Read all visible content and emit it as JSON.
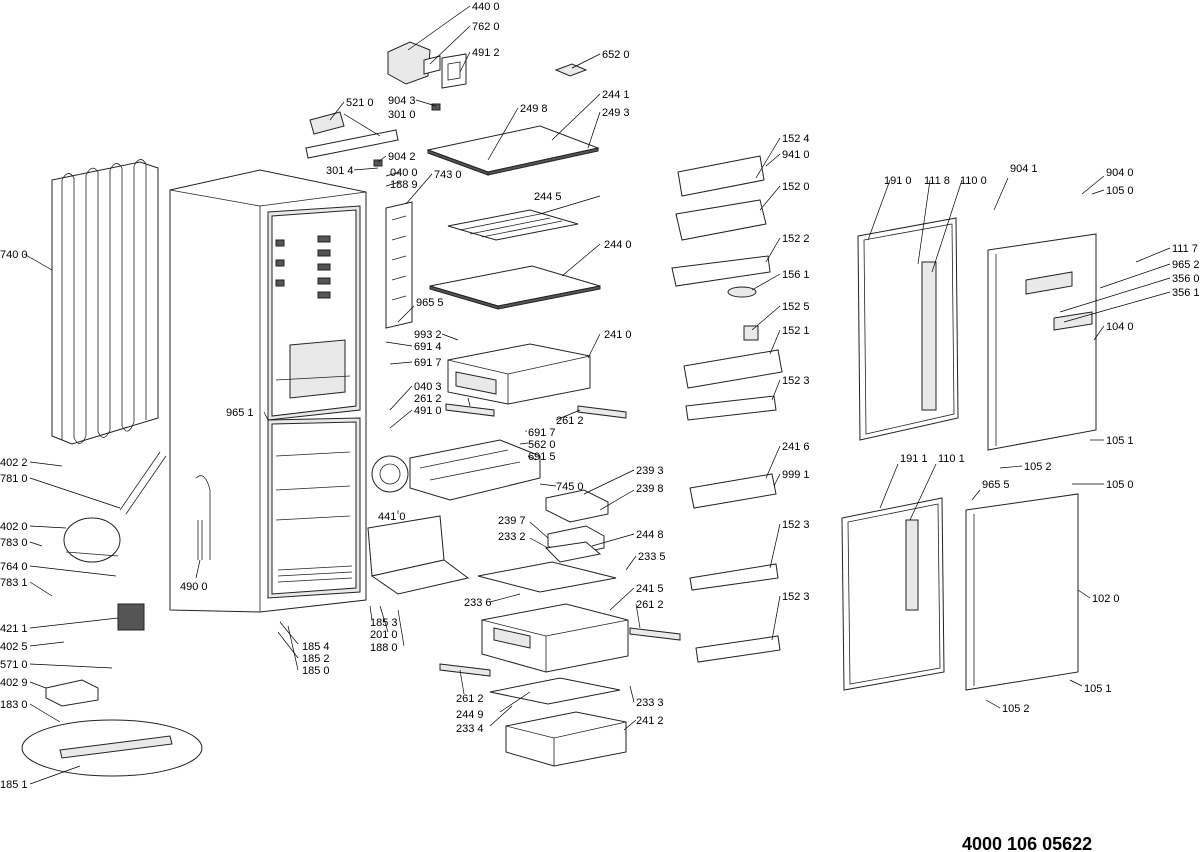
{
  "document_number": "4000 106 05622",
  "callouts": {
    "c4400": "440 0",
    "c7620": "762 0",
    "c4912": "491 2",
    "c6520": "652 0",
    "c5210": "521 0",
    "c9043": "904 3",
    "c3010": "301 0",
    "c2498": "249 8",
    "c2441": "244 1",
    "c2493": "249 3",
    "c9042": "904 2",
    "c3014": "301 4",
    "c0400": "040 0",
    "c1889": "188 9",
    "c7430": "743 0",
    "c2445": "244 5",
    "c2440": "244 0",
    "c9655a": "965 5",
    "c9932": "993 2",
    "c6914": "691 4",
    "c2410": "241 0",
    "c6917a": "691 7",
    "c0403": "040 3",
    "c2612a": "261 2",
    "c4910": "491 0",
    "c9651": "965 1",
    "c2612b": "261 2",
    "c6917b": "691 7",
    "c5620": "562 0",
    "c6915": "691 5",
    "c2393": "239 3",
    "c7450": "745 0",
    "c2398": "239 8",
    "c4410": "441 0",
    "c2397": "239 7",
    "c2332": "233 2",
    "c2448": "244 8",
    "c2335": "233 5",
    "c2336": "233 6",
    "c2415": "241 5",
    "c2612c": "261 2",
    "c1853": "185 3",
    "c2010": "201 0",
    "c1880": "188 0",
    "c2612d": "261 2",
    "c2333": "233 3",
    "c2449": "244 9",
    "c2334": "233 4",
    "c2412": "241 2",
    "c7400": "740 0",
    "c4022": "402 2",
    "c7810": "781 0",
    "c4020": "402 0",
    "c7830": "783 0",
    "c7640": "764 0",
    "c7831": "783 1",
    "c4900": "490 0",
    "c4211": "421 1",
    "c4025": "402 5",
    "c5710": "571 0",
    "c4029": "402 9",
    "c1830": "183 0",
    "c1851": "185 1",
    "c1854": "185 4",
    "c1852": "185 2",
    "c1850": "185 0",
    "c1524": "152 4",
    "c9410": "941 0",
    "c1520": "152 0",
    "c1522": "152 2",
    "c1561": "156 1",
    "c1525": "152 5",
    "c1521": "152 1",
    "c1523a": "152 3",
    "c2416": "241 6",
    "c9991": "999 1",
    "c1523b": "152 3",
    "c1523c": "152 3",
    "c1910": "191 0",
    "c1118": "111 8",
    "c1100": "110 0",
    "c9041": "904 1",
    "c9040": "904 0",
    "c1050a": "105 0",
    "c1117": "111 7",
    "c9652": "965 2",
    "c3560": "356 0",
    "c3561": "356 1",
    "c1040": "104 0",
    "c1051a": "105 1",
    "c1052a": "105 2",
    "c1911": "191 1",
    "c1101": "110 1",
    "c9655b": "965 5",
    "c1050b": "105 0",
    "c1020": "102 0",
    "c1051b": "105 1",
    "c1052b": "105 2"
  }
}
